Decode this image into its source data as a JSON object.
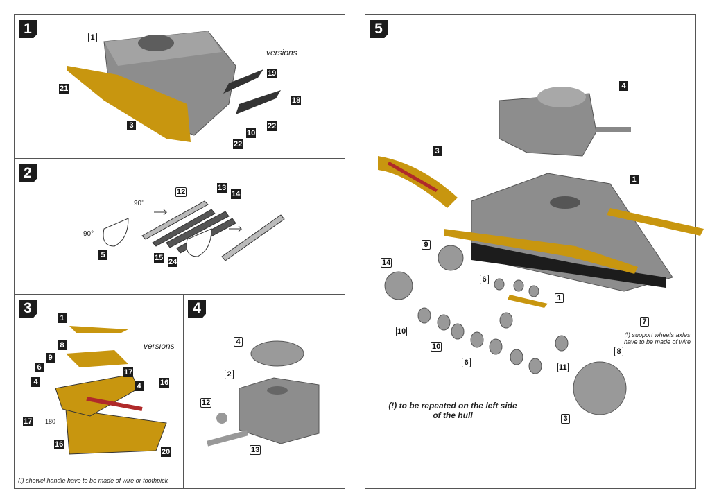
{
  "steps": [
    "1",
    "2",
    "3",
    "4",
    "5"
  ],
  "panel1": {
    "labels": [
      "1",
      "21",
      "3",
      "19",
      "18",
      "22",
      "10",
      "22"
    ],
    "versions": "versions"
  },
  "panel2": {
    "labels": [
      "12",
      "13",
      "14",
      "15",
      "24",
      "5"
    ],
    "angles": [
      "90°",
      "90°"
    ]
  },
  "panel3": {
    "labels": [
      "1",
      "8",
      "9",
      "6",
      "4",
      "17",
      "16",
      "20",
      "17",
      "4",
      "16"
    ],
    "versions": "versions",
    "angle": "180",
    "note": "(!) showel handle have to be made of wire or toothpick"
  },
  "panel4": {
    "labels": [
      "4",
      "2",
      "12",
      "13"
    ]
  },
  "panel5": {
    "labels": [
      "4",
      "3",
      "1",
      "9",
      "14",
      "6",
      "1",
      "7",
      "10",
      "10",
      "6",
      "11",
      "8",
      "3"
    ],
    "note_wheels": "(!) support wheels axles have to be made of wire",
    "note_repeat_line1": "(!) to be repeated on the left side",
    "note_repeat_line2": "of the hull"
  },
  "colors": {
    "hull": "#8a8a8a",
    "brass": "#c8960f",
    "red": "#b02a2a",
    "dark": "#1c1c1c"
  }
}
